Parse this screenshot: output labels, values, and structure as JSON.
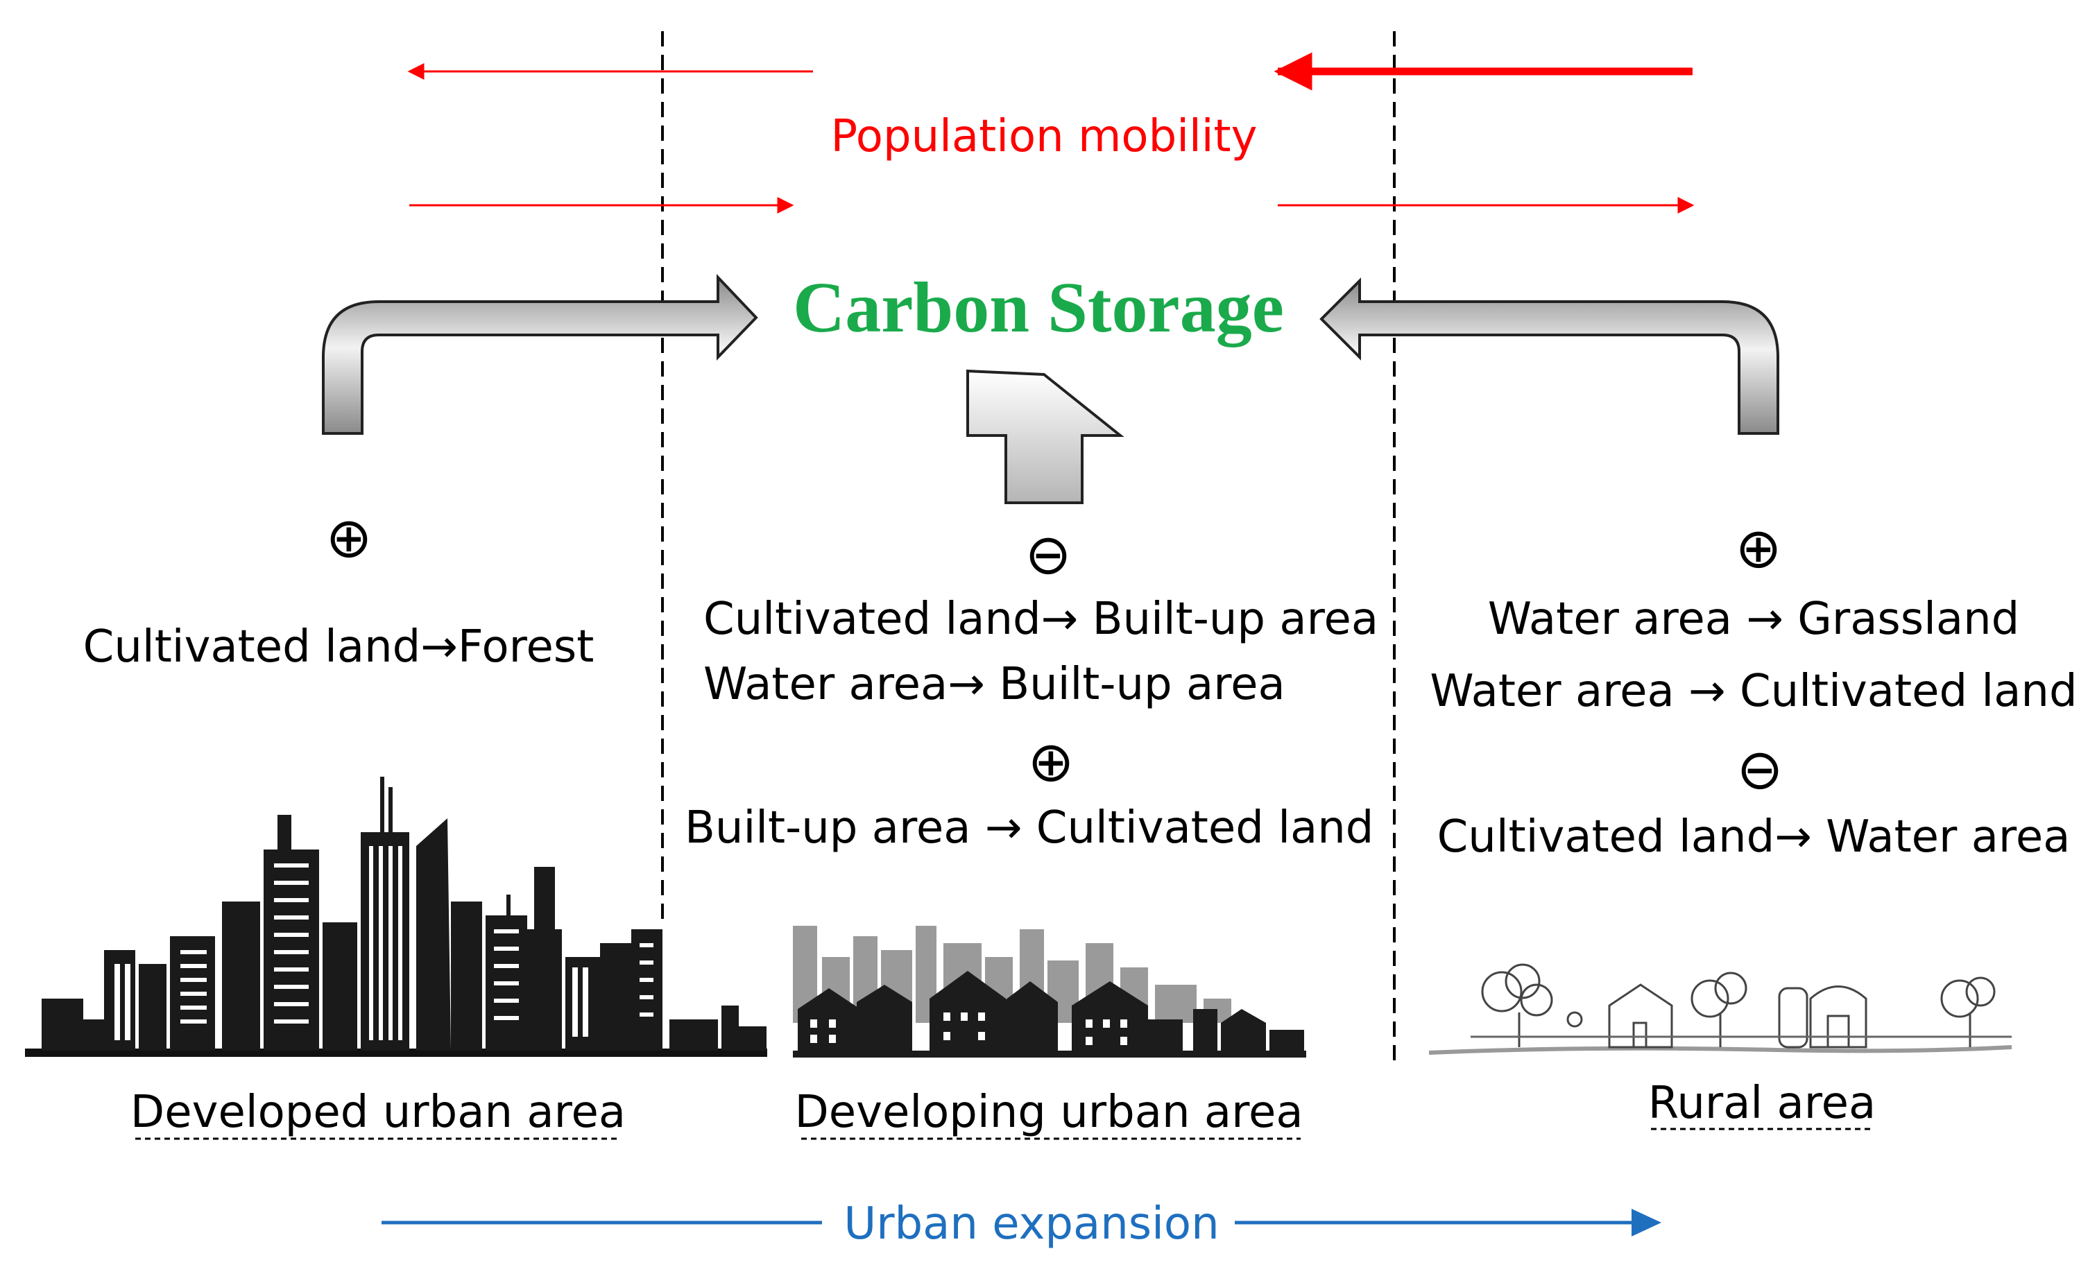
{
  "title": "Carbon Storage",
  "population_label": "Population mobility",
  "expansion_label": "Urban expansion",
  "colors": {
    "title": "#1aaa4b",
    "population": "#ff0000",
    "expansion": "#1f6fbf"
  },
  "symbols": {
    "plus": "⊕",
    "minus": "⊖"
  },
  "zones": {
    "developed": {
      "label": "Developed urban area",
      "sign": "⊕",
      "transitions": [
        "Cultivated land→Forest"
      ]
    },
    "developing": {
      "label": "Developing urban area",
      "negative_sign": "⊖",
      "negative": [
        "Cultivated land→ Built-up area",
        "Water area→ Built-up area"
      ],
      "positive_sign": "⊕",
      "positive": [
        "Built-up area → Cultivated land"
      ]
    },
    "rural": {
      "label": "Rural area",
      "positive_sign": "⊕",
      "positive": [
        "Water area → Grassland",
        "Water area → Cultivated land"
      ],
      "negative_sign": "⊖",
      "negative": [
        "Cultivated land→ Water area"
      ]
    }
  },
  "icons": [
    "dashed-divider-icon",
    "flow-arrow-icon",
    "city-skyline-icon",
    "town-silhouette-icon",
    "farm-sketch-icon"
  ]
}
